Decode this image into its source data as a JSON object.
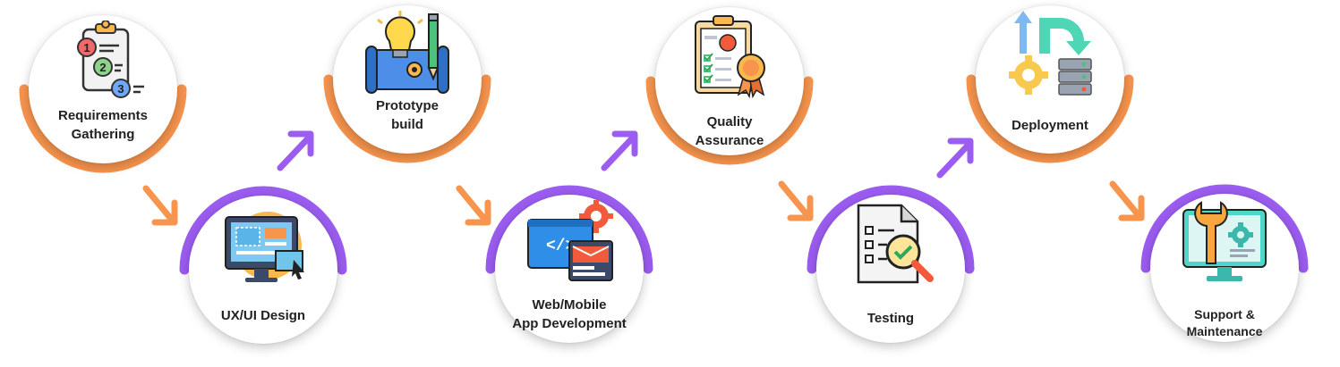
{
  "colors": {
    "orange": "#F7944D",
    "purple": "#9B5CF0"
  },
  "steps": [
    {
      "name": "requirements-gathering",
      "label": [
        "Requirements",
        "Gathering"
      ],
      "icon": "numbered-checklist-icon",
      "ring": "orange"
    },
    {
      "name": "ux-ui-design",
      "label": [
        "UX/UI Design"
      ],
      "icon": "monitor-design-icon",
      "ring": "purple"
    },
    {
      "name": "prototype-build",
      "label": [
        "Prototype",
        "build"
      ],
      "icon": "blueprint-lightbulb-icon",
      "ring": "orange"
    },
    {
      "name": "web-mobile-app-development",
      "label": [
        "Web/Mobile",
        "App Development"
      ],
      "icon": "code-window-icon",
      "ring": "purple"
    },
    {
      "name": "quality-assurance",
      "label": [
        "Quality",
        "Assurance"
      ],
      "icon": "clipboard-badge-icon",
      "ring": "orange"
    },
    {
      "name": "testing",
      "label": [
        "Testing"
      ],
      "icon": "document-magnifier-icon",
      "ring": "purple"
    },
    {
      "name": "deployment",
      "label": [
        "Deployment"
      ],
      "icon": "server-gear-arrows-icon",
      "ring": "orange"
    },
    {
      "name": "support-maintenance",
      "label": [
        "Support &",
        "Maintenance"
      ],
      "icon": "monitor-wrench-icon",
      "ring": "purple"
    }
  ]
}
